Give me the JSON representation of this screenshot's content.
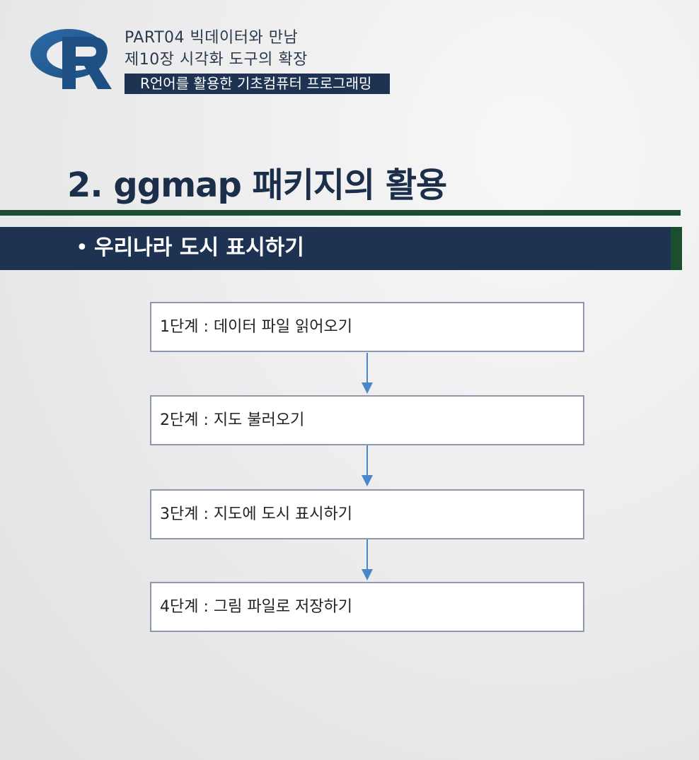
{
  "header": {
    "logo_icon": "r-logo-icon",
    "part": "PART04 빅데이터와 만남",
    "chapter": "제10장 시각화 도구의 확장",
    "course": "R언어를 활용한 기초컴퓨터 프로그래밍"
  },
  "title": "2. ggmap 패키지의 활용",
  "section": {
    "bullet": "•",
    "label": "우리나라 도시 표시하기"
  },
  "steps": [
    {
      "label": "1단계 : 데이터 파일 읽어오기"
    },
    {
      "label": "2단계 : 지도 불러오기"
    },
    {
      "label": "3단계 : 지도에 도시 표시하기"
    },
    {
      "label": "4단계 : 그림 파일로 저장하기"
    }
  ],
  "colors": {
    "navy": "#1d3351",
    "green": "#1b4d2f",
    "arrow": "#4a86c8",
    "box_border": "#8d98ab"
  }
}
